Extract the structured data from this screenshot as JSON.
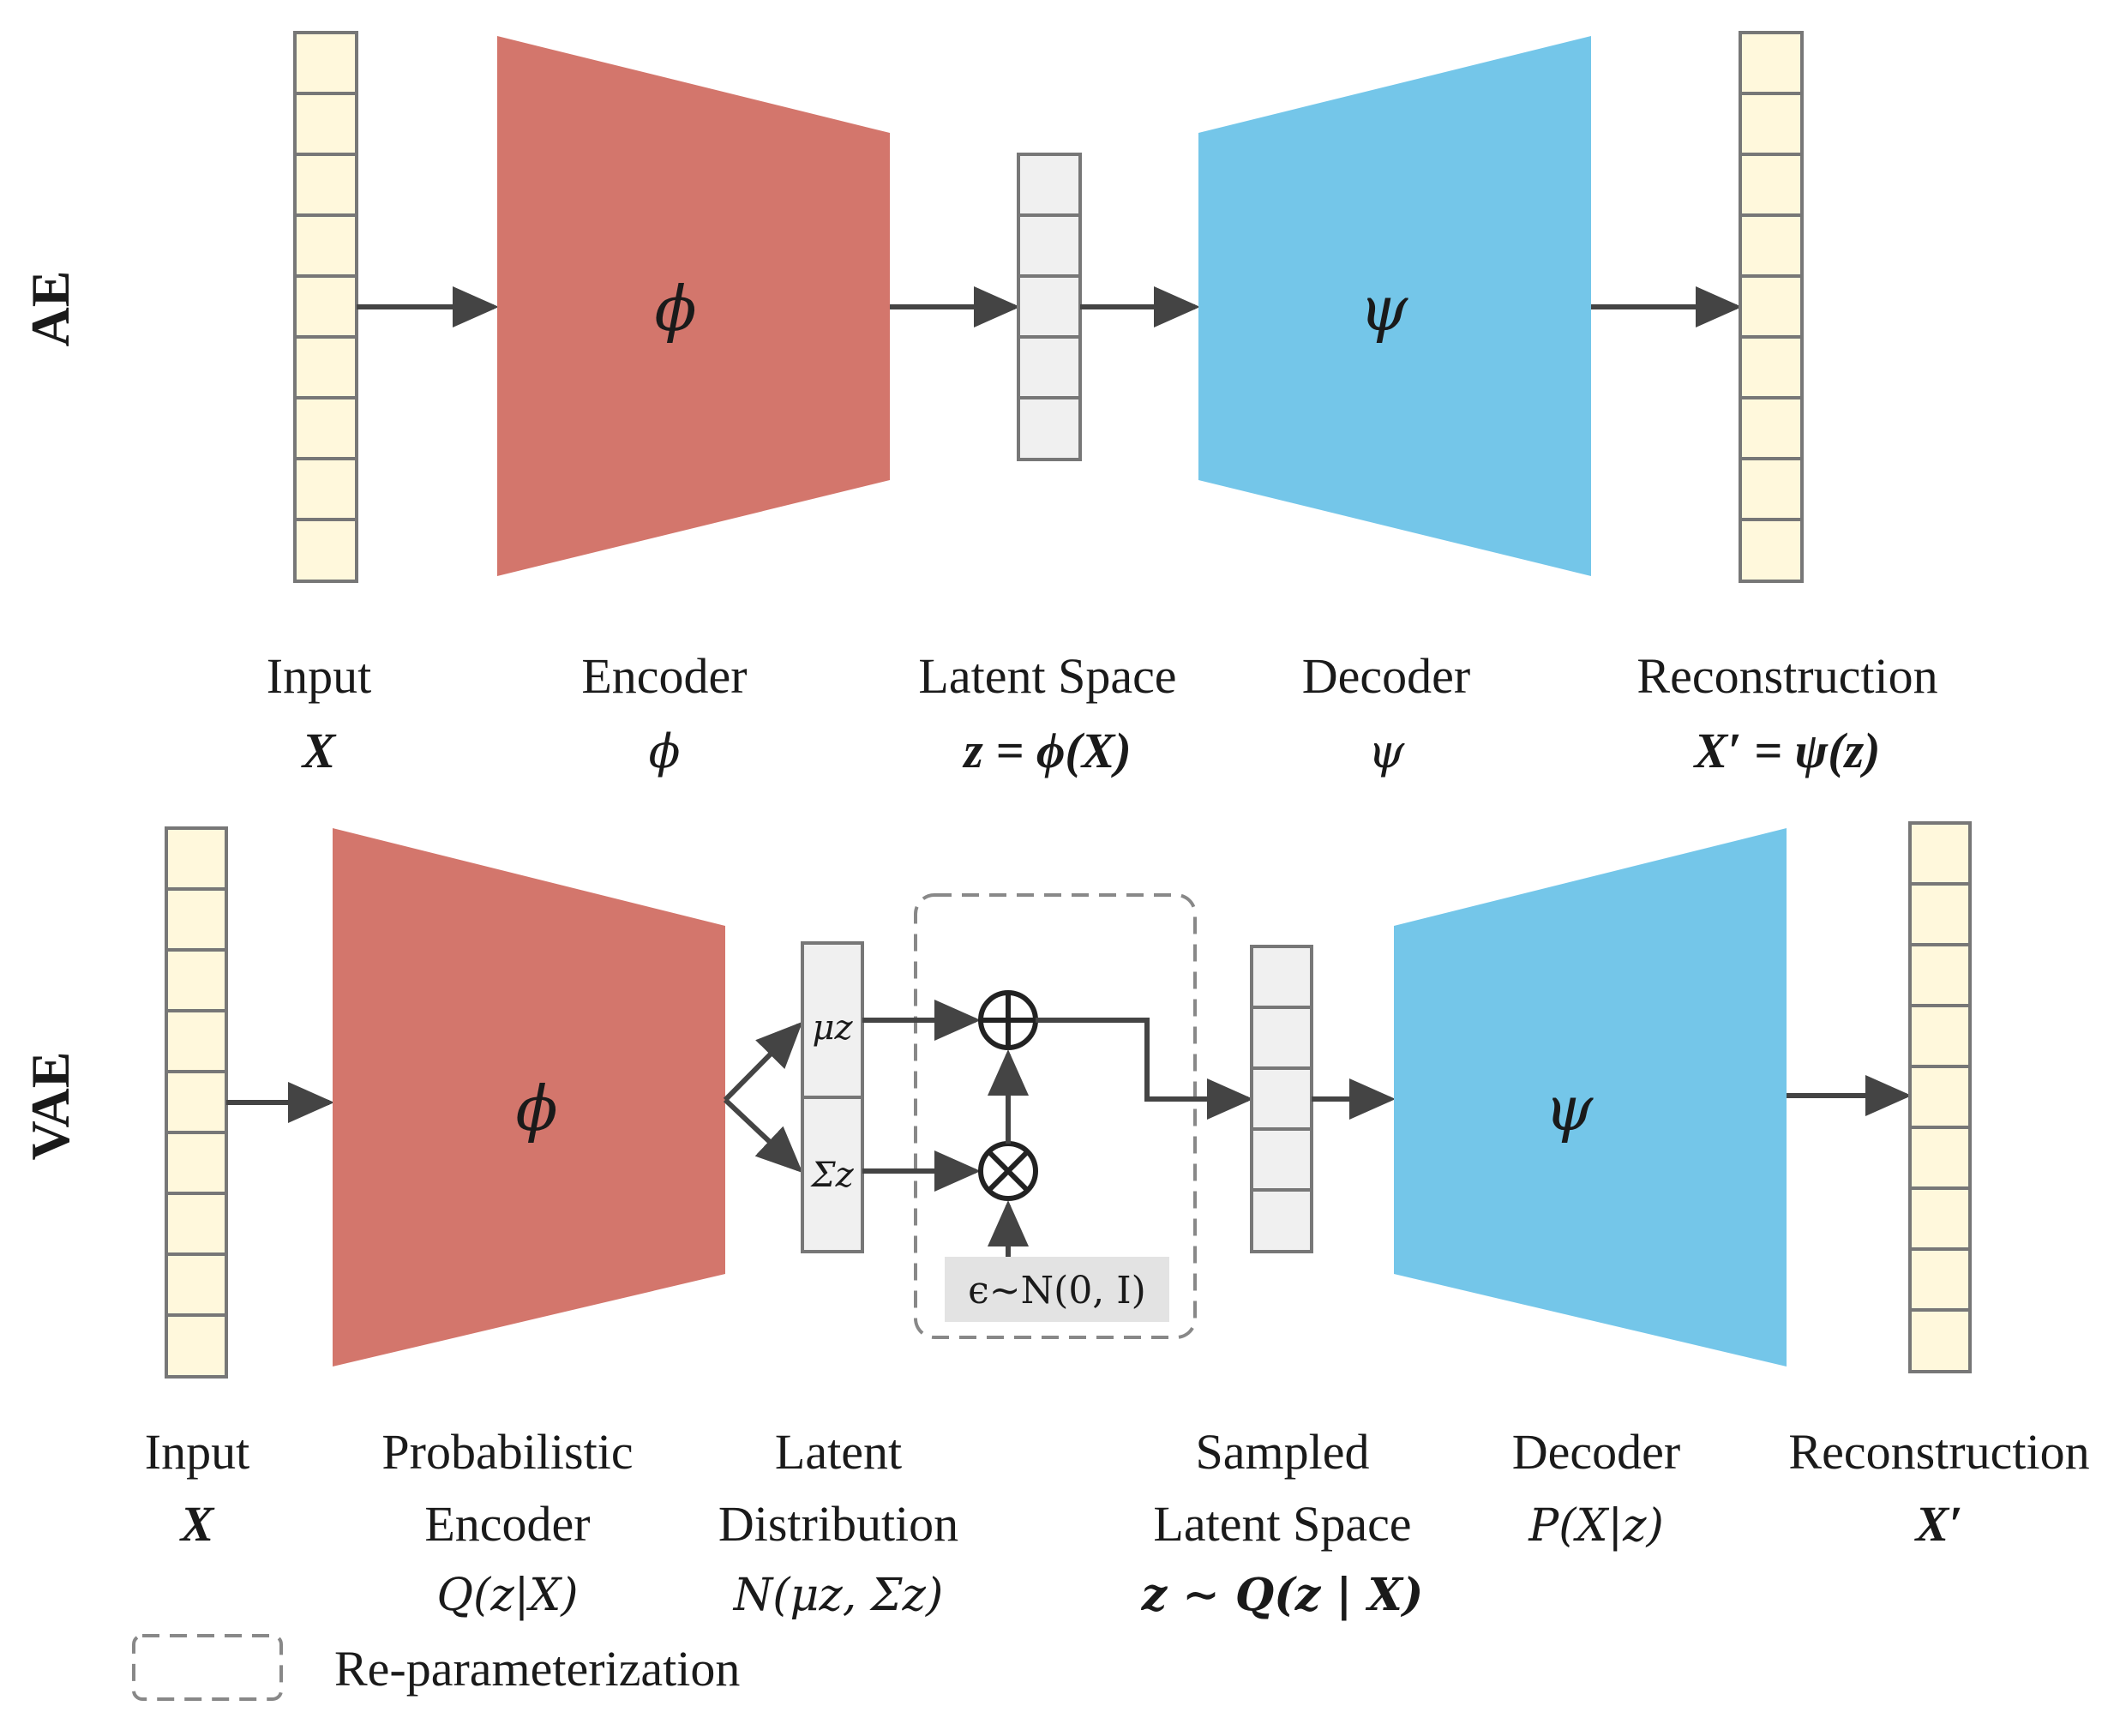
{
  "colors": {
    "encoder": "#d3766c",
    "decoder": "#74c6e9",
    "vector_cell": "#fff8dc",
    "latent_cell": "#f0f0f0",
    "cell_border": "#777777",
    "arrow": "#444444"
  },
  "ae": {
    "row_label": "AE",
    "encoder_symbol": "ϕ",
    "decoder_symbol": "ψ",
    "input": {
      "name": "Input",
      "formula": "X"
    },
    "encoder": {
      "name": "Encoder",
      "formula": "ϕ"
    },
    "latent": {
      "name": "Latent Space",
      "formula": "z = ϕ(X)"
    },
    "decoder": {
      "name": "Decoder",
      "formula": "ψ"
    },
    "reconstruction": {
      "name": "Reconstruction",
      "formula": "X′ = ψ(z)"
    }
  },
  "vae": {
    "row_label": "VAE",
    "encoder_symbol": "ϕ",
    "decoder_symbol": "ψ",
    "mu": "μz",
    "sigma": "Σz",
    "plus_symbol": "⊕",
    "times_symbol": "⊗",
    "epsilon": "ϵ∼N(0, I)",
    "input": {
      "name": "Input",
      "formula": "X"
    },
    "encoder": {
      "line1": "Probabilistic",
      "line2": "Encoder",
      "formula": "Q(z|X)"
    },
    "distribution": {
      "line1": "Latent",
      "line2": "Distribution",
      "formula": "N(μz, Σz)"
    },
    "sampled": {
      "line1": "Sampled",
      "line2": "Latent Space",
      "formula": "z ∼ Q(z | X)"
    },
    "decoder": {
      "name": "Decoder",
      "formula": "P(X|z)"
    },
    "reconstruction": {
      "name": "Reconstruction",
      "formula": "X′"
    }
  },
  "legend": {
    "reparam_label": "Re-parameterization"
  }
}
